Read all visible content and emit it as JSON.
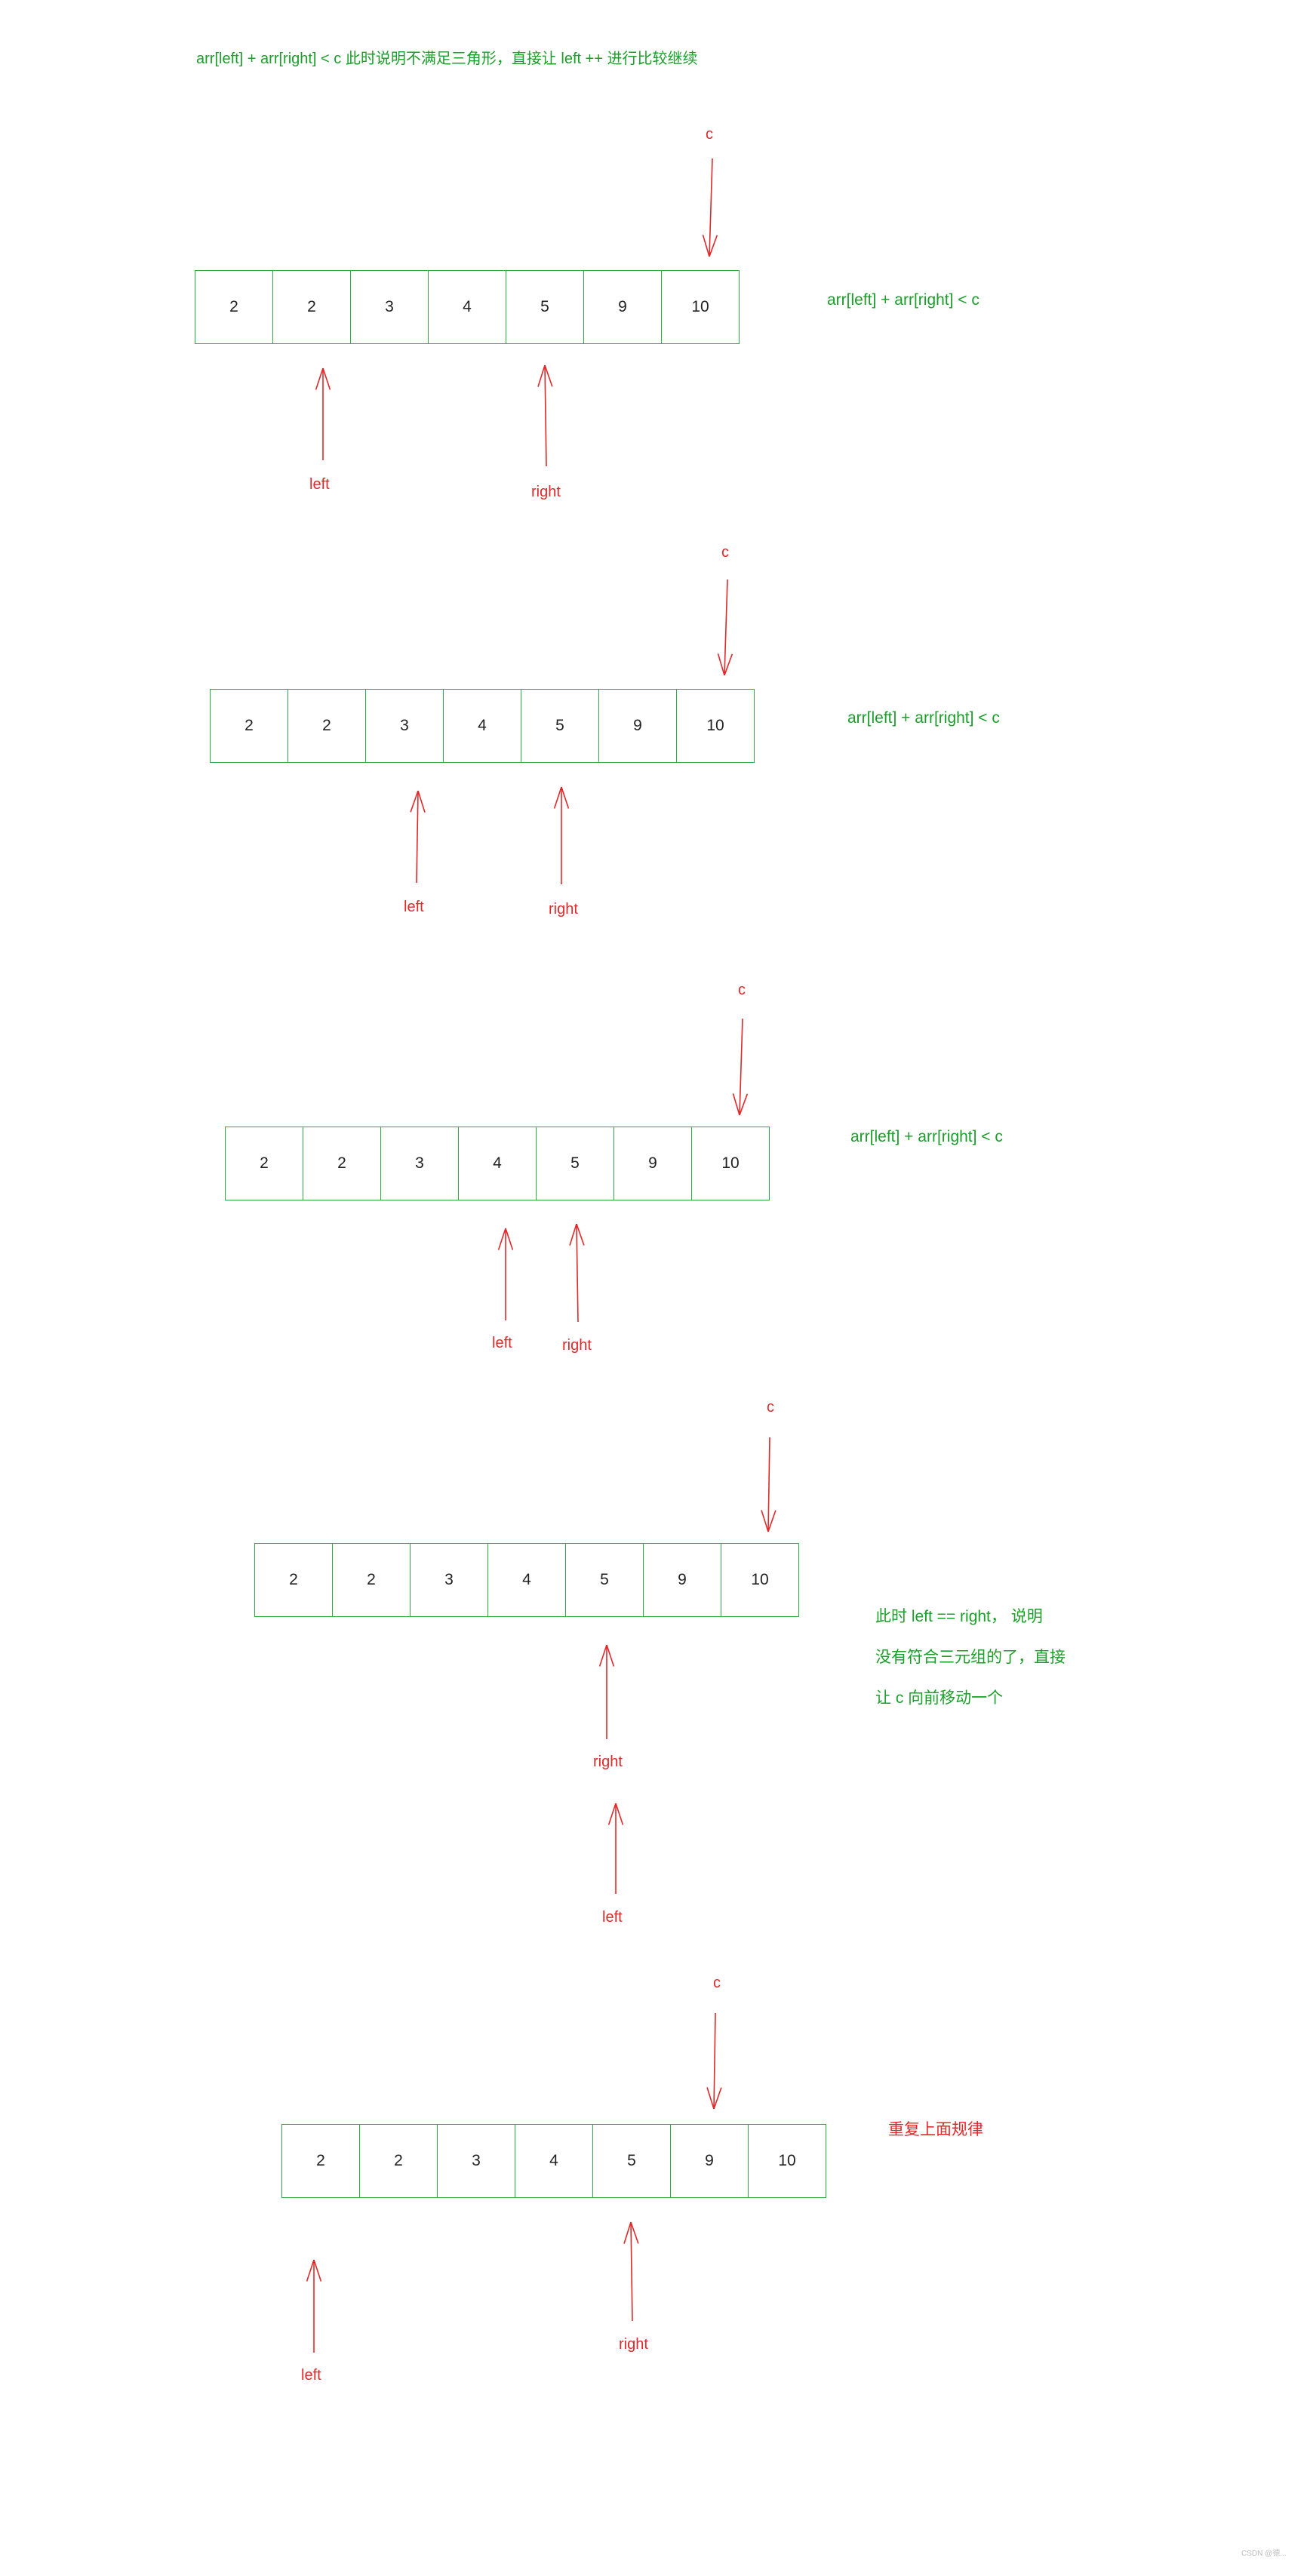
{
  "header": "arr[left] + arr[right] < c 此时说明不满足三角形，直接让 left ++ 进行比较继续",
  "steps": [
    {
      "cells": [
        "2",
        "2",
        "3",
        "4",
        "5",
        "9",
        "10"
      ],
      "c_label": "c",
      "left_label": "left",
      "right_label": "right",
      "note": [
        "arr[left] + arr[right] < c"
      ],
      "note_color": "#1b9e2a"
    },
    {
      "cells": [
        "2",
        "2",
        "3",
        "4",
        "5",
        "9",
        "10"
      ],
      "c_label": "c",
      "left_label": "left",
      "right_label": "right",
      "note": [
        "arr[left] + arr[right] < c"
      ],
      "note_color": "#1b9e2a"
    },
    {
      "cells": [
        "2",
        "2",
        "3",
        "4",
        "5",
        "9",
        "10"
      ],
      "c_label": "c",
      "left_label": "left",
      "right_label": "right",
      "note": [
        "arr[left] + arr[right] < c"
      ],
      "note_color": "#1b9e2a"
    },
    {
      "cells": [
        "2",
        "2",
        "3",
        "4",
        "5",
        "9",
        "10"
      ],
      "c_label": "c",
      "left_label": "left",
      "right_label": "right",
      "note": [
        "此时 left == right， 说明",
        "没有符合三元组的了，直接",
        "让 c 向前移动一个"
      ],
      "note_color": "#1b9e2a"
    },
    {
      "cells": [
        "2",
        "2",
        "3",
        "4",
        "5",
        "9",
        "10"
      ],
      "c_label": "c",
      "left_label": "left",
      "right_label": "right",
      "note": [
        "重复上面规律"
      ],
      "note_color": "#e0292a"
    }
  ],
  "watermark": "CSDN @德..."
}
